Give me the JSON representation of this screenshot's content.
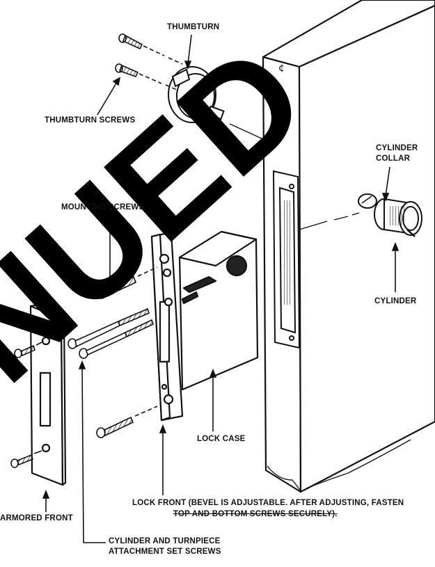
{
  "watermark": "NUED",
  "labels": {
    "thumbturn": "THUMBTURN",
    "thumbturn_screws": "THUMBTURN SCREWS",
    "cylinder_collar_1": "CYLINDER",
    "cylinder_collar_2": "COLLAR",
    "mounting_screws": "MOUNTING SCREWS",
    "cylinder": "CYLINDER",
    "lock_case": "LOCK CASE",
    "lock_front_1": "LOCK FRONT (BEVEL IS ADJUSTABLE. AFTER ADJUSTING, FASTEN",
    "lock_front_2": "TOP AND BOTTOM SCREWS SECURELY).",
    "armored_front": "ARMORED FRONT",
    "set_screws_1": "CYLINDER AND TURNPIECE",
    "set_screws_2": "ATTACHMENT SET SCREWS"
  },
  "door_mark": "¢"
}
